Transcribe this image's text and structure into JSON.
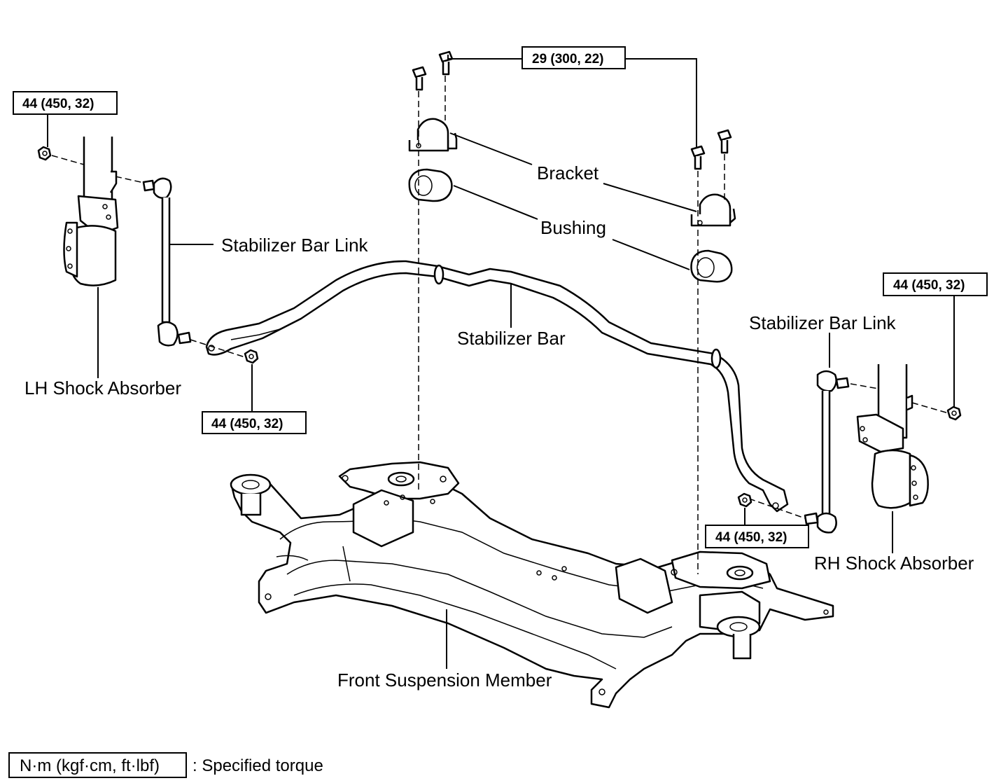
{
  "labels": {
    "bracket": "Bracket",
    "bushing": "Bushing",
    "stabilizer_bar": "Stabilizer Bar",
    "stabilizer_bar_link_left": "Stabilizer Bar Link",
    "stabilizer_bar_link_right": "Stabilizer Bar Link",
    "lh_shock_absorber": "LH Shock Absorber",
    "rh_shock_absorber": "RH Shock Absorber",
    "front_suspension_member": "Front Suspension Member"
  },
  "torque": {
    "bracket_bolts": "29 (300, 22)",
    "lh_upper_nut": "44 (450, 32)",
    "lh_lower_nut": "44 (450, 32)",
    "rh_upper_nut": "44 (450, 32)",
    "rh_lower_nut": "44 (450, 32)"
  },
  "legend": {
    "unit_box": "N·m (kgf·cm, ft·lbf)",
    "description": ": Specified torque"
  }
}
